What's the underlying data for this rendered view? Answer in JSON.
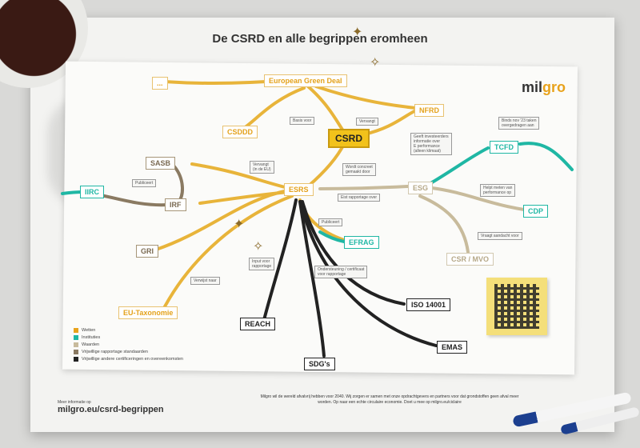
{
  "title": "De CSRD en alle begrippen eromheen",
  "logo": {
    "text_a": "mil",
    "text_b": "gro"
  },
  "colors": {
    "gold": "#e8a21b",
    "teal": "#1fb7a4",
    "tan": "#c8bb9c",
    "brown": "#8a7a62",
    "black": "#222222"
  },
  "nodes": {
    "csrd": "CSRD",
    "european_green_deal": "European Green Deal",
    "nfrd": "NFRD",
    "csddd": "CSDDD",
    "sasb": "SASB",
    "irc": "IIRC",
    "irf": "IRF",
    "esrs": "ESRS",
    "esg": "ESG",
    "tcfd": "TCFD",
    "cdp": "CDP",
    "csr_mvo": "CSR / MVO",
    "gri": "GRI",
    "efrag": "EFRAG",
    "eu_taxonomie": "EU-Taxonomie",
    "reach": "REACH",
    "sdgs": "SDG's",
    "iso14001": "ISO 14001",
    "emas": "EMAS",
    "top_left": "..."
  },
  "annotations": {
    "vervangt_top": "Vervangt",
    "basis_voor": "Basis voor",
    "vervangt_esg": "Vervangt\n(in de EU)",
    "wordt_concreet": "Wordt concreet\ngemaakt door",
    "publiceert_1": "Publiceert",
    "publiceert_2": "Publiceert",
    "geeft_investeerders": "Geeft investeerders\ninformatie over\nE performance\n(alleen klimaat)",
    "binds_nov": "Binds nov '23 taken\novergedragen aan",
    "helpt_meten": "Helpt meten van\nperformance op",
    "eist_rapportage": "Eist rapportage over",
    "vraagt_aandacht": "Vraagt aandacht voor",
    "input_voor": "Input voor\nrapportage",
    "ondersteuning": "Ondersteuning / certificaat\nvoor rapportage",
    "verwijst_naar": "Verwijst naar"
  },
  "legend": [
    {
      "label": "Wetten",
      "color": "#e8a21b"
    },
    {
      "label": "Instituties",
      "color": "#1fb7a4"
    },
    {
      "label": "Waarden",
      "color": "#c8bb9c"
    },
    {
      "label": "Vrijwillige rapportage standaarden",
      "color": "#8a7a62"
    },
    {
      "label": "Vrijwillige andere certificeringen en overeenkomsten",
      "color": "#222222"
    }
  ],
  "footer": {
    "small": "Meer informatie op",
    "url": "milgro.eu/csrd-begrippen",
    "right": "Milgro wil de wereld afvalvrij hebben voor 2040. Wij zorgen er samen met onze opdrachtgevers en partners voor dat grondstoffen geen afval meer worden. Op naar een echte circulaire economie. Doet u mee op milgro.eu/ciclaire"
  }
}
